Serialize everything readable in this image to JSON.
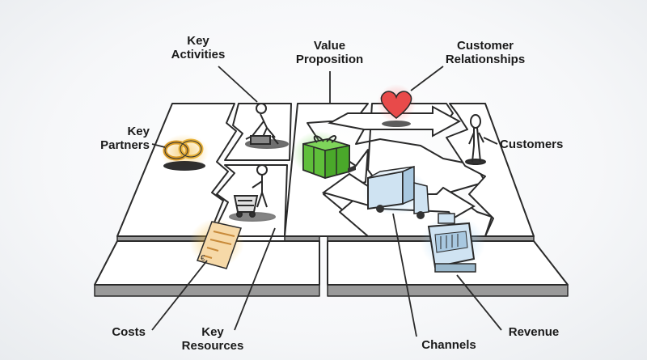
{
  "labels": {
    "key_activities": {
      "line1": "Key",
      "line2": "Activities"
    },
    "value_proposition": {
      "line1": "Value",
      "line2": "Proposition"
    },
    "customer_relationships": {
      "line1": "Customer",
      "line2": "Relationships"
    },
    "key_partners": {
      "line1": "Key",
      "line2": "Partners"
    },
    "customers": {
      "line1": "Customers"
    },
    "costs": {
      "line1": "Costs"
    },
    "key_resources": {
      "line1": "Key",
      "line2": "Resources"
    },
    "channels": {
      "line1": "Channels"
    },
    "revenue": {
      "line1": "Revenue"
    }
  },
  "icons": {
    "key_partners": "interlocked-rings-icon",
    "key_activities": "worker-figure-icon",
    "key_resources": "figure-with-cart-icon",
    "value_proposition": "gift-box-icon",
    "customer_relationships": "heart-icon",
    "channels": "delivery-truck-icon",
    "customers": "person-figure-icon",
    "costs": "receipt-icon",
    "revenue": "cash-register-icon"
  },
  "colors": {
    "heart": "#e84a4a",
    "gift": "#5fbf3a",
    "rings": "#e8b23a",
    "receipt": "#f2c27a",
    "truck": "#8fb8d8",
    "register": "#8fb8d8"
  }
}
